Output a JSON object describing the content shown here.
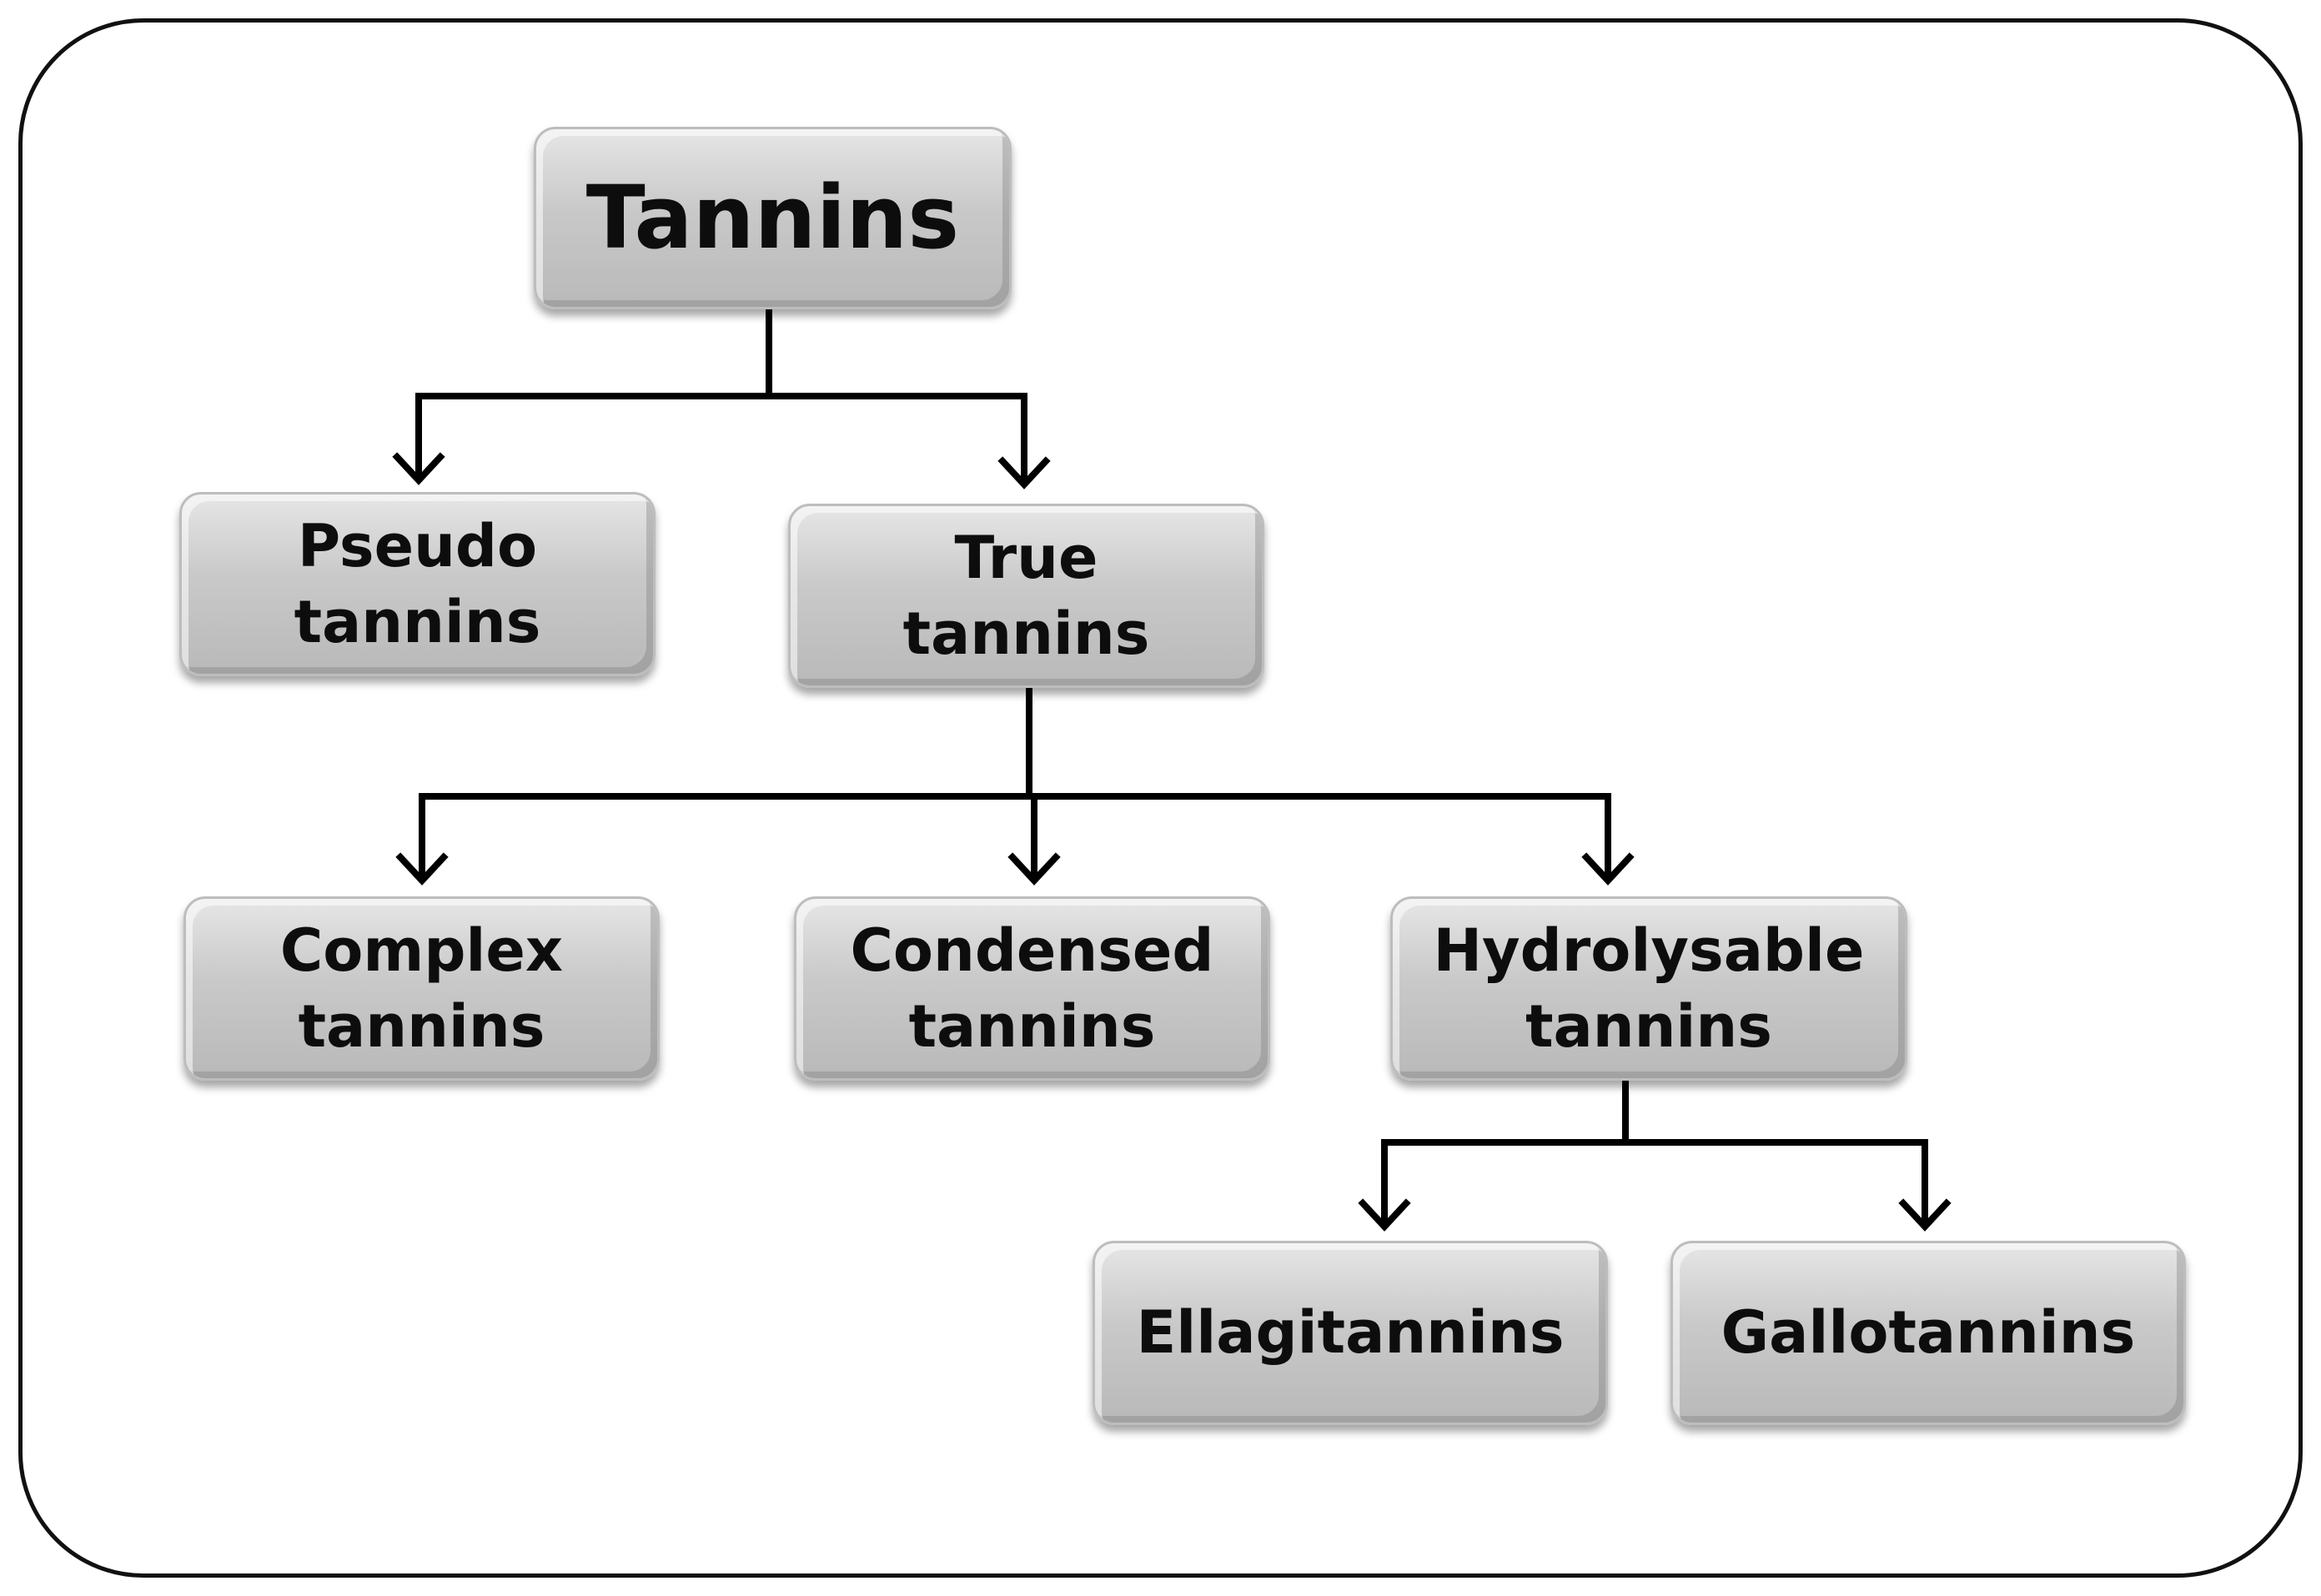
{
  "diagram": {
    "root": {
      "label": "Tannins"
    },
    "pseudo": {
      "line1": "Pseudo",
      "line2": "tannins"
    },
    "true_tannins": {
      "line1": "True",
      "line2": "tannins"
    },
    "complex": {
      "line1": "Complex",
      "line2": "tannins"
    },
    "condensed": {
      "line1": "Condensed",
      "line2": "tannins"
    },
    "hydrolysable": {
      "line1": "Hydrolysable",
      "line2": "tannins"
    },
    "ellagitannins": {
      "label": "Ellagitannins"
    },
    "gallotannins": {
      "label": "Gallotannins"
    },
    "edges": [
      [
        "root",
        "pseudo"
      ],
      [
        "root",
        "true_tannins"
      ],
      [
        "true_tannins",
        "complex"
      ],
      [
        "true_tannins",
        "condensed"
      ],
      [
        "true_tannins",
        "hydrolysable"
      ],
      [
        "hydrolysable",
        "ellagitannins"
      ],
      [
        "hydrolysable",
        "gallotannins"
      ]
    ],
    "colors": {
      "box_fill": "#c9c9c9",
      "line": "#000000",
      "text": "#0d0d0d"
    }
  }
}
